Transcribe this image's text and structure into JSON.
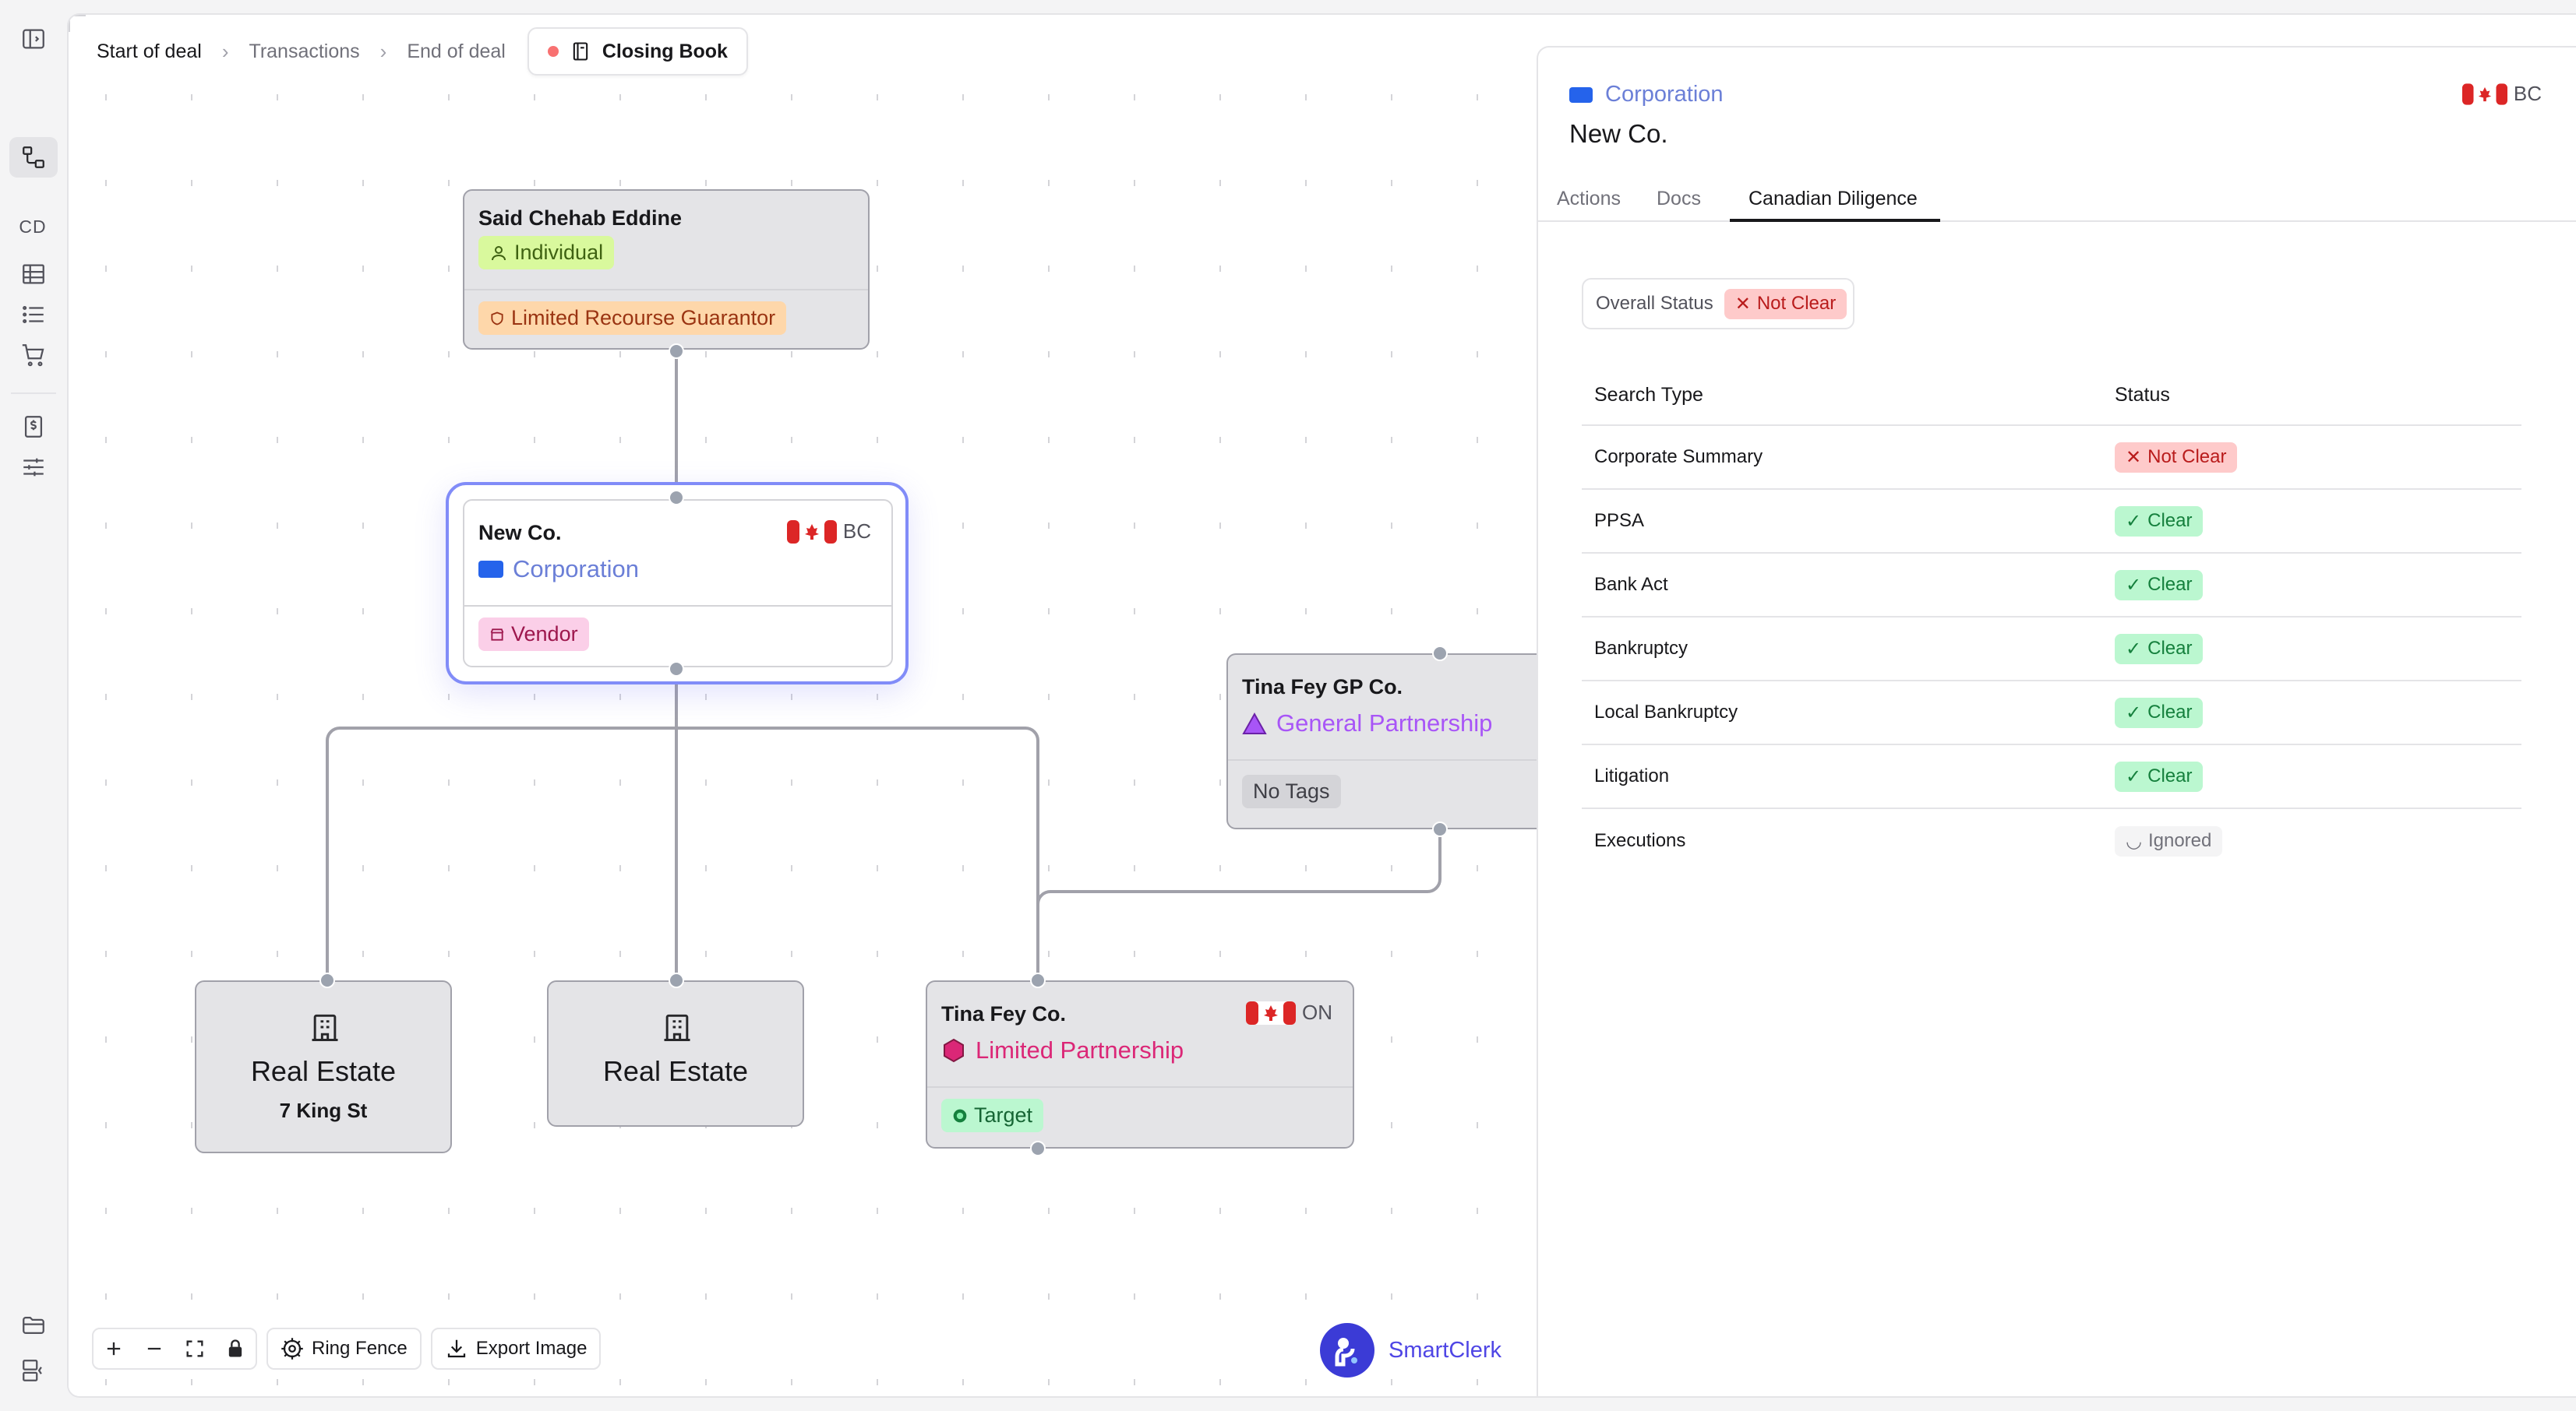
{
  "breadcrumb": {
    "items": [
      "Start of deal",
      "Transactions",
      "End of deal"
    ],
    "current": "Closing Book"
  },
  "rail": {
    "section_label": "CD"
  },
  "nodes": {
    "said": {
      "title": "Said Chehab Eddine",
      "type": "Individual",
      "tag": "Limited Recourse Guarantor"
    },
    "newco": {
      "title": "New Co.",
      "type": "Corporation",
      "province": "BC",
      "tag": "Vendor"
    },
    "tinagp": {
      "title": "Tina Fey GP Co.",
      "type": "General Partnership",
      "tag": "No Tags"
    },
    "re1": {
      "title": "Real Estate",
      "sub": "7 King St"
    },
    "re2": {
      "title": "Real Estate"
    },
    "tinaco": {
      "title": "Tina Fey Co.",
      "type": "Limited Partnership",
      "province": "ON",
      "tag": "Target"
    }
  },
  "toolbar": {
    "ring_fence": "Ring Fence",
    "export_image": "Export Image"
  },
  "brand": {
    "name": "SmartClerk"
  },
  "panel": {
    "entity_type": "Corporation",
    "entity_name": "New Co.",
    "province": "BC",
    "tabs": [
      "Actions",
      "Docs",
      "Canadian Diligence"
    ],
    "active_tab": "Canadian Diligence",
    "overall_label": "Overall Status",
    "overall_value": "Not Clear",
    "table": {
      "headers": [
        "Search Type",
        "Status"
      ],
      "rows": [
        {
          "search": "Corporate Summary",
          "status": "Not Clear",
          "kind": "red"
        },
        {
          "search": "PPSA",
          "status": "Clear",
          "kind": "green"
        },
        {
          "search": "Bank Act",
          "status": "Clear",
          "kind": "green"
        },
        {
          "search": "Bankruptcy",
          "status": "Clear",
          "kind": "green"
        },
        {
          "search": "Local Bankruptcy",
          "status": "Clear",
          "kind": "green"
        },
        {
          "search": "Litigation",
          "status": "Clear",
          "kind": "green"
        },
        {
          "search": "Executions",
          "status": "Ignored",
          "kind": "gray"
        }
      ]
    }
  },
  "colors": {
    "accent": "#6366f1",
    "corporation": "#2563eb",
    "general_partnership": "#a855f7",
    "limited_partnership": "#db2777"
  }
}
